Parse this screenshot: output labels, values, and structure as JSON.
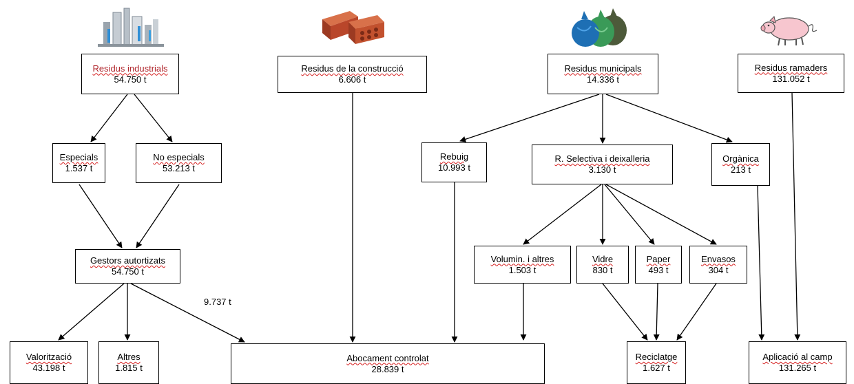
{
  "nodes": {
    "industrial": {
      "label": "Residus industrials",
      "value": "54.750 t"
    },
    "construction": {
      "label": "Residus de la construcció",
      "value": "6.606 t"
    },
    "municipal": {
      "label": "Residus municipals",
      "value": "14.336 t"
    },
    "livestock": {
      "label": "Residus ramaders",
      "value": "131.052 t"
    },
    "especials": {
      "label": "Especials",
      "value": "1.537 t"
    },
    "no_especials": {
      "label": "No especials",
      "value": "53.213 t"
    },
    "rebuig": {
      "label": "Rebuig",
      "value": "10.993 t"
    },
    "selectiva": {
      "label": "R. Selectiva i deixalleria",
      "value": "3.130 t"
    },
    "organica": {
      "label": "Orgànica",
      "value": "213 t"
    },
    "gestors": {
      "label": "Gestors autortizats",
      "value": "54.750 t"
    },
    "volumin": {
      "label": "Volumin. i altres",
      "value": "1.503 t"
    },
    "vidre": {
      "label": "Vidre",
      "value": "830 t"
    },
    "paper": {
      "label": "Paper",
      "value": "493 t"
    },
    "envasos": {
      "label": "Envasos",
      "value": "304 t"
    },
    "valoritzacio": {
      "label": "Valorització",
      "value": "43.198 t"
    },
    "altres": {
      "label": "Altres",
      "value": "1.815 t"
    },
    "abocament": {
      "label": "Abocament controlat",
      "value": "28.839 t"
    },
    "reciclatge": {
      "label": "Reciclatge",
      "value": "1.627 t"
    },
    "aplicacio": {
      "label": "Aplicació al camp",
      "value": "131.265 t"
    }
  },
  "edge_labels": {
    "gestors_to_abocament": "9.737 t"
  },
  "icons": [
    "industrial-plant-icon",
    "bricks-icon",
    "garbage-bags-icon",
    "pig-icon"
  ],
  "colors": {
    "industrial_label": "#b0252b",
    "spellcheck_underline": "#d62020",
    "brick": "#c2512e"
  }
}
